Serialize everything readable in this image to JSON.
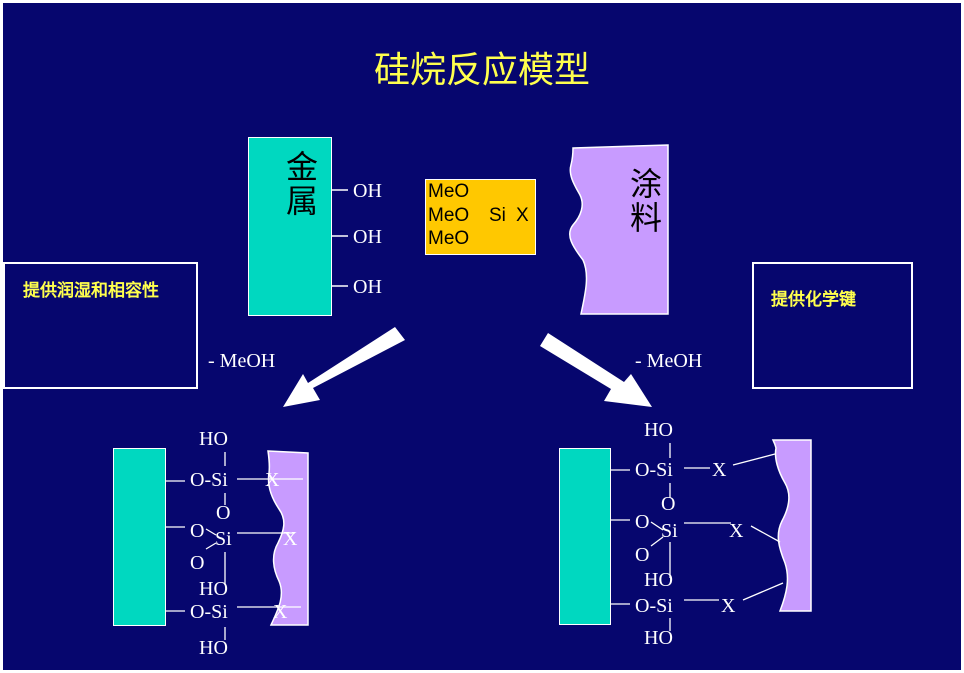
{
  "title": "硅烷反应模型",
  "left_box": "提供润湿和相容性",
  "right_box": "提供化学键",
  "metal": {
    "char1": "金",
    "char2": "属"
  },
  "coating": {
    "char1": "涂",
    "char2": "料"
  },
  "hydroxyl": [
    "OH",
    "OH",
    "OH"
  ],
  "silane": {
    "meo1": "MeO",
    "meo2": "MeO",
    "meo3": "MeO",
    "si": "Si",
    "x": "X"
  },
  "byproduct_left": "- MeOH",
  "byproduct_right": "- MeOH",
  "left_product": {
    "ho_top": "HO",
    "osi1": "O-Si",
    "x1": "X",
    "o_up": "O",
    "o2": "O",
    "si2": "Si",
    "x2": "X",
    "o_down": "O",
    "ho_mid": "HO",
    "osi3": "O-Si",
    "x3": "X",
    "ho_bot": "HO"
  },
  "right_product": {
    "ho_top": "HO",
    "osi1": "O-Si",
    "x1": "X",
    "o_up": "O",
    "o2": "O",
    "si2": "Si",
    "x2": "X",
    "o_down": "O",
    "ho_mid": "HO",
    "osi3": "O-Si",
    "x3": "X",
    "ho_bot": "HO"
  },
  "colors": {
    "background": "#06066e",
    "title": "#ffff4d",
    "metal": "#00d8c0",
    "coating": "#c89bff",
    "silane_box": "#ffc800"
  }
}
